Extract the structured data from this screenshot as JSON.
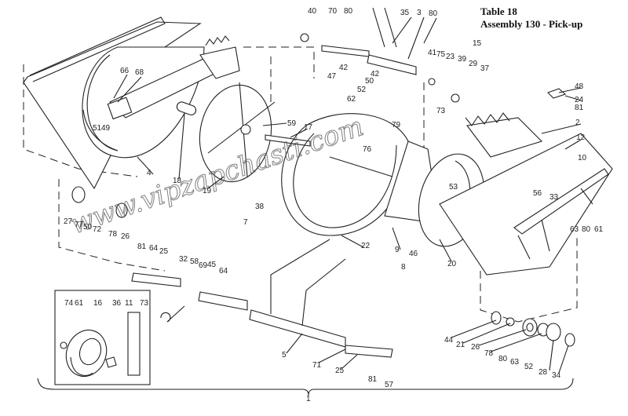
{
  "title": {
    "line1": "Table 18",
    "line2": "Assembly 130 - Pick-up"
  },
  "watermark": "www.vipzapchasti.com",
  "labels": [
    "40",
    "70",
    "80",
    "35",
    "3",
    "80",
    "15",
    "41",
    "75",
    "23",
    "39",
    "29",
    "37",
    "42",
    "47",
    "42",
    "50",
    "52",
    "62",
    "73",
    "79",
    "48",
    "24",
    "81",
    "2",
    "12",
    "10",
    "66",
    "68",
    "51",
    "49",
    "4",
    "18",
    "19",
    "59",
    "17",
    "76",
    "53",
    "56",
    "33",
    "27",
    "77",
    "50",
    "72",
    "78",
    "26",
    "38",
    "7",
    "22",
    "9",
    "46",
    "8",
    "20",
    "63",
    "80",
    "61",
    "81",
    "64",
    "25",
    "32",
    "58",
    "69",
    "45",
    "64",
    "74",
    "61",
    "16",
    "36",
    "11",
    "73",
    "5",
    "71",
    "25",
    "81",
    "57",
    "44",
    "21",
    "26",
    "78",
    "80",
    "63",
    "52",
    "28",
    "34",
    "1"
  ]
}
